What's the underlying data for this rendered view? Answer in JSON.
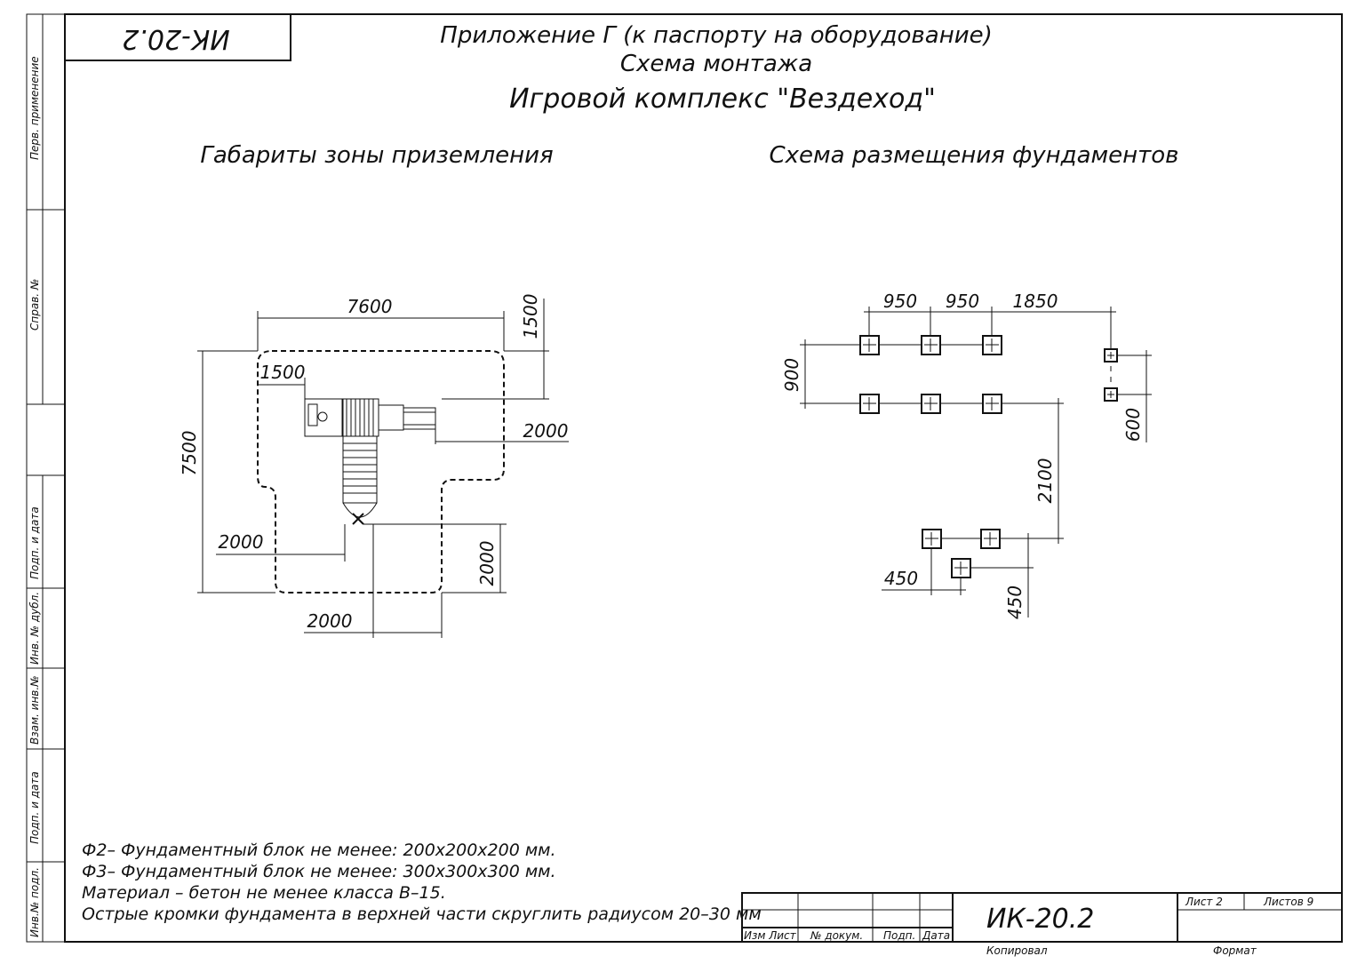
{
  "header": {
    "code_box": "ИК-20.2",
    "appendix": "Приложение Г (к паспорту на оборудование)",
    "scheme": "Схема монтажа",
    "product": "Игровой комплекс \"Вездеход\""
  },
  "left_section": {
    "title": "Габариты зоны приземления",
    "dims": {
      "width": "7600",
      "top_1500": "1500",
      "inner_1500": "1500",
      "right_2000": "2000",
      "height": "7500",
      "bottom_left_2000": "2000",
      "bottom_right_2000": "2000",
      "bottom_2000": "2000"
    }
  },
  "right_section": {
    "title": "Схема размещения фундаментов",
    "dims": {
      "d950a": "950",
      "d950b": "950",
      "d1850": "1850",
      "d900": "900",
      "d600": "600",
      "d2100": "2100",
      "d450a": "450",
      "d450b": "450"
    }
  },
  "notes": [
    "Ф2– Фундаментный блок не менее: 200x200x200 мм.",
    "Ф3– Фундаментный блок не менее: 300x300x300 мм.",
    "Материал – бетон не менее класса В–15.",
    "Острые кромки фундамента в верхней части скруглить радиусом 20–30 мм"
  ],
  "side_labels": {
    "perv": "Перв. применение",
    "sprav": "Справ. №",
    "podp_data_1": "Подп. и дата",
    "inv_dubl": "Инв. № дубл.",
    "vzam": "Взам. инв.№",
    "podp_data_2": "Подп. и дата",
    "inv_podl": "Инв.№ подл."
  },
  "title_block": {
    "izm_list": "Изм Лист",
    "n_dokum": "№ докум.",
    "podp": "Подп.",
    "data": "Дата",
    "code": "ИК-20.2",
    "list": "Лист 2",
    "listov": "Листов 9",
    "kopiroval": "Копировал",
    "format": "Формат"
  }
}
